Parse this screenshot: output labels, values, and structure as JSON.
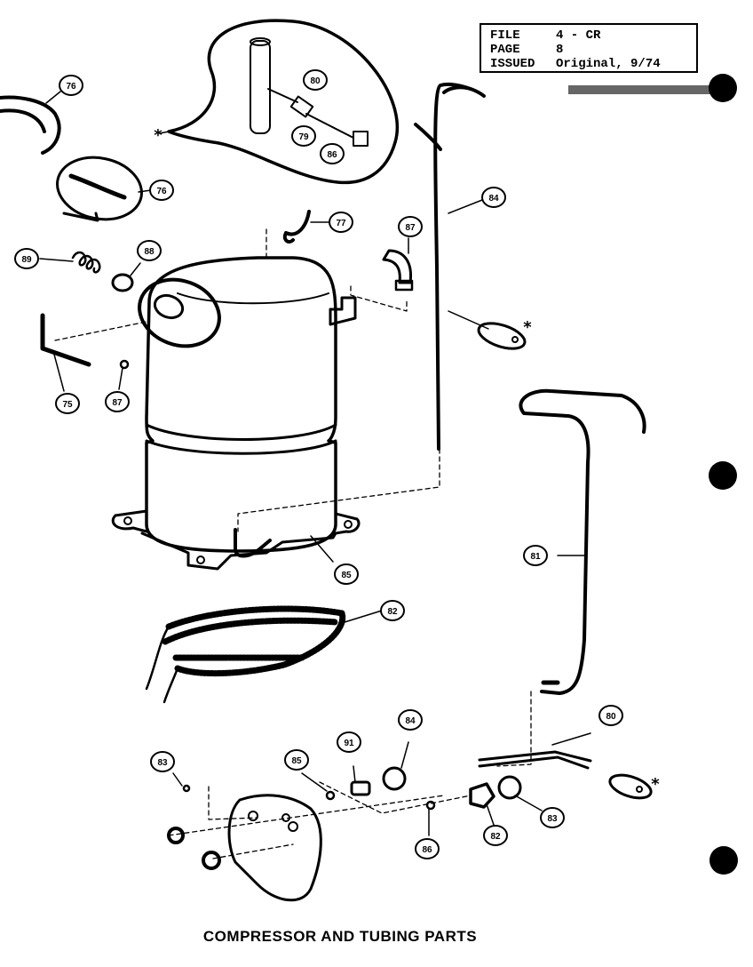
{
  "info": {
    "file_label": "FILE",
    "file_value": "4 - CR",
    "page_label": "PAGE",
    "page_value": "8",
    "issued_label": "ISSUED",
    "issued_value": "Original, 9/74"
  },
  "caption": "COMPRESSOR AND TUBING PARTS",
  "callouts": {
    "c76a": "76",
    "c76b": "76",
    "c77": "77",
    "c87a": "87",
    "c84a": "84",
    "c80a": "80",
    "c79": "79",
    "c86a": "86",
    "c89": "89",
    "c88": "88",
    "c75": "75",
    "c87b": "87",
    "c85a": "85",
    "c82a": "82",
    "c81": "81",
    "c80b": "80",
    "c83a": "83",
    "c85b": "85",
    "c91": "91",
    "c84b": "84",
    "c86b": "86",
    "c82b": "82",
    "c83b": "83"
  },
  "stars": {
    "s1": "*",
    "s2": "*",
    "s3": "*"
  }
}
